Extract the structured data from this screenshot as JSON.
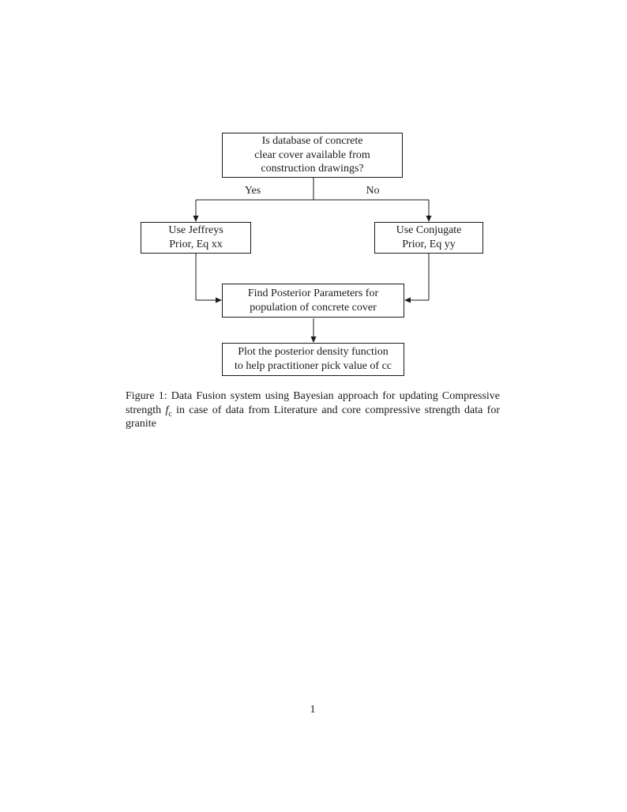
{
  "flowchart": {
    "top_box": {
      "lines": [
        "Is database of concrete",
        "clear cover available from",
        "construction drawings?"
      ]
    },
    "yes_label": "Yes",
    "no_label": "No",
    "left_box": {
      "lines": [
        "Use Jeffreys",
        "Prior, Eq xx"
      ]
    },
    "right_box": {
      "lines": [
        "Use Conjugate",
        "Prior, Eq yy"
      ]
    },
    "mid_box": {
      "lines": [
        "Find Posterior Parameters for",
        "population of concrete cover"
      ]
    },
    "bottom_box": {
      "lines": [
        "Plot the posterior density function",
        "to help practitioner pick value of cc"
      ]
    }
  },
  "caption": {
    "prefix": "Figure 1: Data Fusion system using Bayesian approach for updating Compressive strength ",
    "math_symbol": "f",
    "math_subscript": "c",
    "suffix": " in case of data from Literature and core compressive strength data for granite"
  },
  "page": {
    "number": "1"
  },
  "colors": {
    "ink": "#1a1a1a",
    "background": "#ffffff"
  }
}
